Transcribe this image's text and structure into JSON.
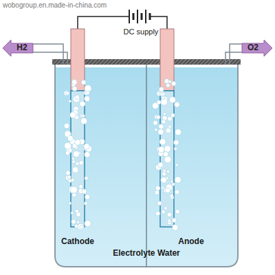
{
  "diagram": {
    "labels": [
      "wobogroup.en.made-in-china.com",
      "DC supply",
      "H2",
      "O2",
      "Cathode",
      "Electrolyte Water",
      "Anode"
    ]
  }
}
